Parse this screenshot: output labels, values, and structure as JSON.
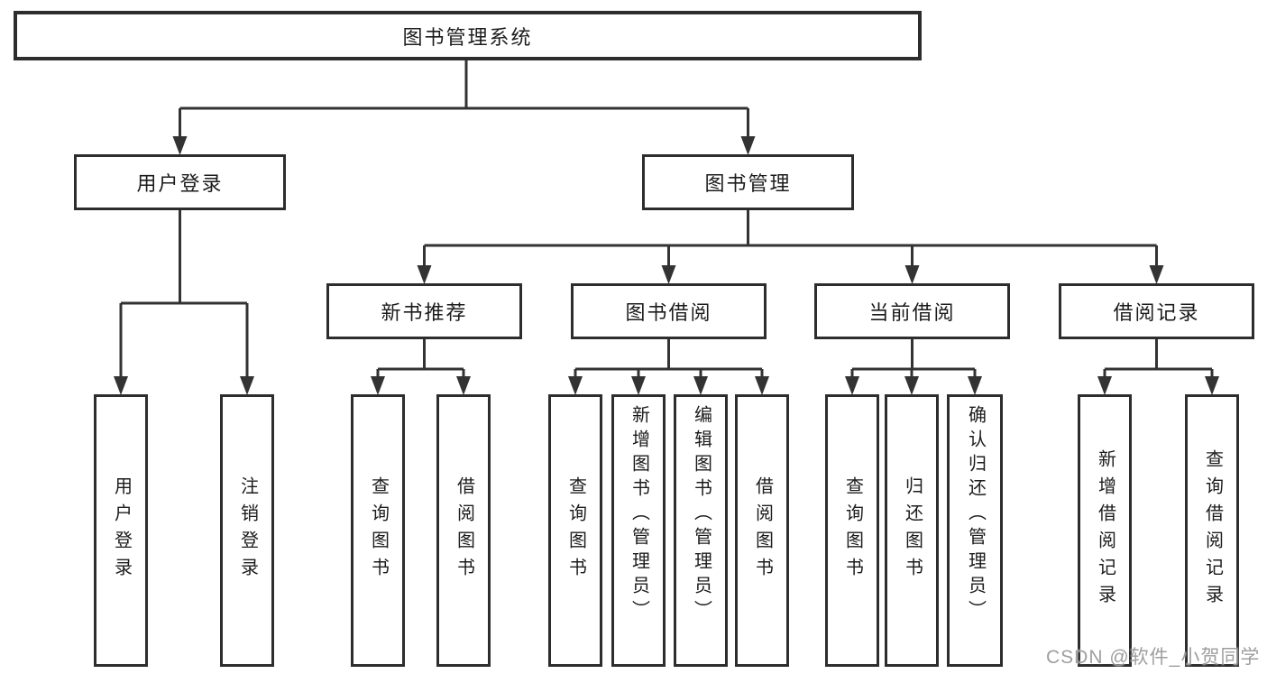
{
  "diagram": {
    "type": "hierarchy-tree",
    "root": {
      "label": "图书管理系统",
      "children": [
        {
          "label": "用户登录",
          "children": [
            {
              "label": "用户登录"
            },
            {
              "label": "注销登录"
            }
          ]
        },
        {
          "label": "图书管理",
          "children": [
            {
              "label": "新书推荐",
              "children": [
                {
                  "label": "查询图书"
                },
                {
                  "label": "借阅图书"
                }
              ]
            },
            {
              "label": "图书借阅",
              "children": [
                {
                  "label": "查询图书"
                },
                {
                  "label": "新增图书（管理员）"
                },
                {
                  "label": "编辑图书（管理员）"
                },
                {
                  "label": "借阅图书"
                }
              ]
            },
            {
              "label": "当前借阅",
              "children": [
                {
                  "label": "查询图书"
                },
                {
                  "label": "归还图书"
                },
                {
                  "label": "确认归还（管理员）"
                }
              ]
            },
            {
              "label": "借阅记录",
              "children": [
                {
                  "label": "新增借阅记录"
                },
                {
                  "label": "查询借阅记录"
                }
              ]
            }
          ]
        }
      ]
    }
  },
  "watermark": {
    "text": "CSDN @软件_小贺同学",
    "color": "#969696"
  },
  "colors": {
    "background": "#ffffff",
    "box_border": "#2d2d2d",
    "connector_line": "#333333",
    "text": "#1c1c1c"
  }
}
